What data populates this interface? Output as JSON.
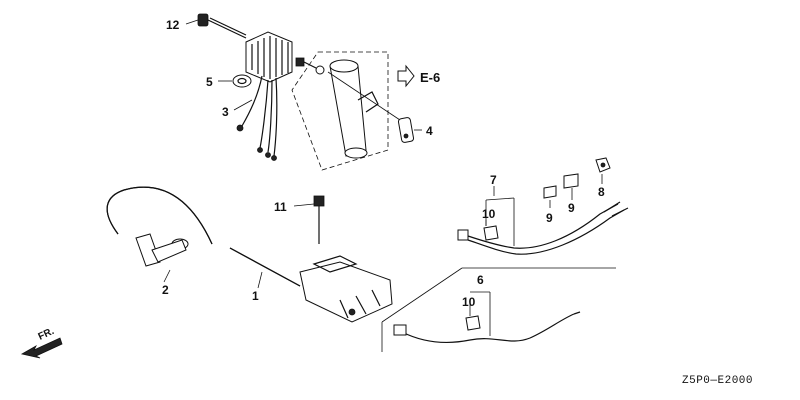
{
  "callouts": [
    {
      "id": "12",
      "text": "12"
    },
    {
      "id": "5",
      "text": "5"
    },
    {
      "id": "3",
      "text": "3"
    },
    {
      "id": "4",
      "text": "4"
    },
    {
      "id": "7",
      "text": "7"
    },
    {
      "id": "10a",
      "text": "10"
    },
    {
      "id": "9a",
      "text": "9"
    },
    {
      "id": "9b",
      "text": "9"
    },
    {
      "id": "8",
      "text": "8"
    },
    {
      "id": "11",
      "text": "11"
    },
    {
      "id": "2",
      "text": "2"
    },
    {
      "id": "1",
      "text": "1"
    },
    {
      "id": "6",
      "text": "6"
    },
    {
      "id": "10b",
      "text": "10"
    }
  ],
  "reference": {
    "text": "E-6"
  },
  "front_marker": {
    "text": "FR."
  },
  "diagram_code": {
    "text": "Z5P0—E2000"
  }
}
